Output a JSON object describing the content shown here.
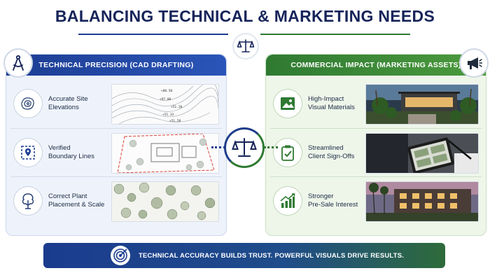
{
  "title": "BALANCING TECHNICAL & MARKETING NEEDS",
  "colors": {
    "navy": "#16245a",
    "blue": "#1d3d92",
    "green": "#2f7a32"
  },
  "left_panel": {
    "header": "TECHNICAL PRECISION (CAD DRAFTING)",
    "badge_icon": "compass-icon",
    "rows": [
      {
        "label": "Accurate Site\nElevations",
        "icon": "contour-map-icon",
        "elevations": [
          "+80.50",
          "+97.00",
          "+51.20",
          "+51.33",
          "+51.50"
        ]
      },
      {
        "label": "Verified\nBoundary Lines",
        "icon": "location-pin-icon"
      },
      {
        "label": "Correct Plant\nPlacement & Scale",
        "icon": "tree-icon"
      }
    ]
  },
  "right_panel": {
    "header": "COMMERCIAL IMPACT (MARKETING ASSETS)",
    "badge_icon": "megaphone-icon",
    "rows": [
      {
        "label": "High-Impact\nVisual Materials",
        "icon": "image-icon"
      },
      {
        "label": "Streamlined\nClient Sign-Offs",
        "icon": "clipboard-check-icon"
      },
      {
        "label": "Stronger\nPre-Sale Interest",
        "icon": "bar-growth-icon"
      }
    ]
  },
  "banner": {
    "text": "TECHNICAL ACCURACY BUILDS TRUST.  POWERFUL VISUALS DRIVE RESULTS.",
    "icon": "target-icon"
  }
}
